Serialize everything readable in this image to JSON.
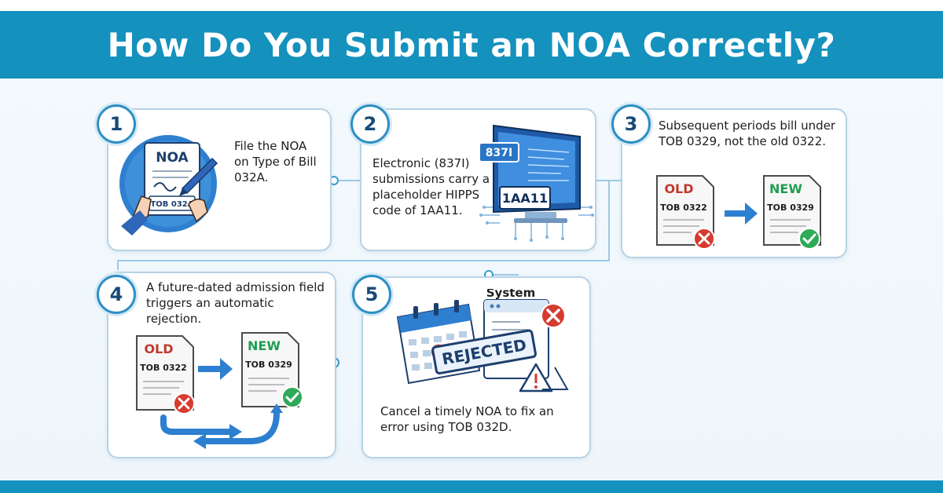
{
  "title": "How Do You Submit an NOA Correctly?",
  "colors": {
    "banner": "#1591be",
    "card_border": "#b7d3e6",
    "badge_ring": "#2c8fc4",
    "old_red": "#c0392b",
    "new_green": "#1e9e50",
    "arrow_blue": "#2d7fd0"
  },
  "steps": [
    {
      "number": "1",
      "text": "File the NOA on Type of Bill 032A.",
      "illustration": {
        "doc_header": "NOA",
        "doc_label": "TOB 032A",
        "icons": [
          "document-icon",
          "pen-icon",
          "hands-icon"
        ]
      }
    },
    {
      "number": "2",
      "text": "Electronic (837I) submissions carry a placeholder HIPPS code of 1AA11.",
      "illustration": {
        "screen_tag": "837I",
        "code_tag": "1AA11",
        "icons": [
          "monitor-icon",
          "circuit-icon"
        ]
      }
    },
    {
      "number": "3",
      "text": "Subsequent periods bill under TOB 0329, not the old 0322.",
      "illustration": {
        "old_header": "OLD",
        "old_label": "TOB 0322",
        "new_header": "NEW",
        "new_label": "TOB 0329",
        "icons": [
          "document-icon",
          "arrow-right-icon",
          "x-circle-icon",
          "check-circle-icon"
        ]
      }
    },
    {
      "number": "4",
      "text": "A future-dated admission field triggers an automatic rejection.",
      "illustration": {
        "old_header": "OLD",
        "old_label": "TOB 0322",
        "new_header": "NEW",
        "new_label": "TOB 0329",
        "icons": [
          "document-icon",
          "arrow-right-icon",
          "loop-arrows-icon",
          "x-circle-icon",
          "check-circle-icon"
        ]
      }
    },
    {
      "number": "5",
      "text": "Cancel a timely NOA to fix an error using TOB 032D.",
      "illustration": {
        "window_title": "System",
        "stamp": "REJECTED",
        "icons": [
          "calendar-icon",
          "window-icon",
          "x-circle-icon",
          "warning-icon"
        ]
      }
    }
  ]
}
